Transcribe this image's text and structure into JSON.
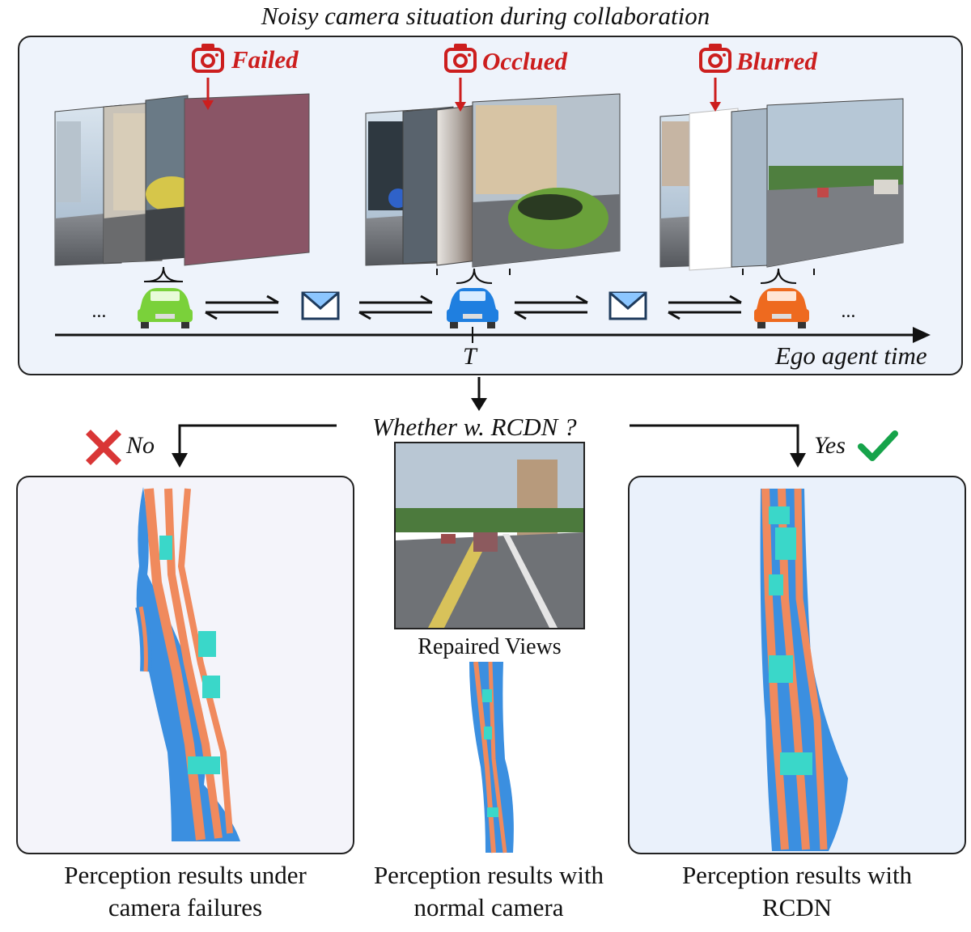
{
  "top": {
    "title": "Noisy camera situation during collaboration",
    "labels": {
      "failed": "Failed",
      "occluded": "Occlued",
      "blurred": "Blurred"
    },
    "ellipsis_left": "...",
    "ellipsis_right": "...",
    "time_marker": "T",
    "axis_label": "Ego agent time"
  },
  "decision": {
    "question": "Whether w. RCDN ?",
    "no_label": "No",
    "yes_label": "Yes"
  },
  "middle": {
    "repaired_label": "Repaired Views"
  },
  "captions": {
    "left_line1": "Perception results under",
    "left_line2": "camera failures",
    "middle_line1": "Perception results with",
    "middle_line2": "normal camera",
    "right_line1": "Perception results with",
    "right_line2": "RCDN"
  },
  "colors": {
    "alert_red": "#cc1e1e",
    "check_green": "#16a34a",
    "map_orange": "#f08a5d",
    "map_blue": "#3b8fe0",
    "map_cyan": "#3ad7c9",
    "car_green": "#7ad13a",
    "car_blue": "#1f7fe0",
    "car_orange": "#ee6a1f",
    "panel_left_bg": "#f4f4fa",
    "panel_right_bg": "#eaf1fb"
  },
  "icons": [
    "camera-icon",
    "envelope-icon",
    "car-icon",
    "cross-icon",
    "check-icon",
    "arrow-icon"
  ]
}
